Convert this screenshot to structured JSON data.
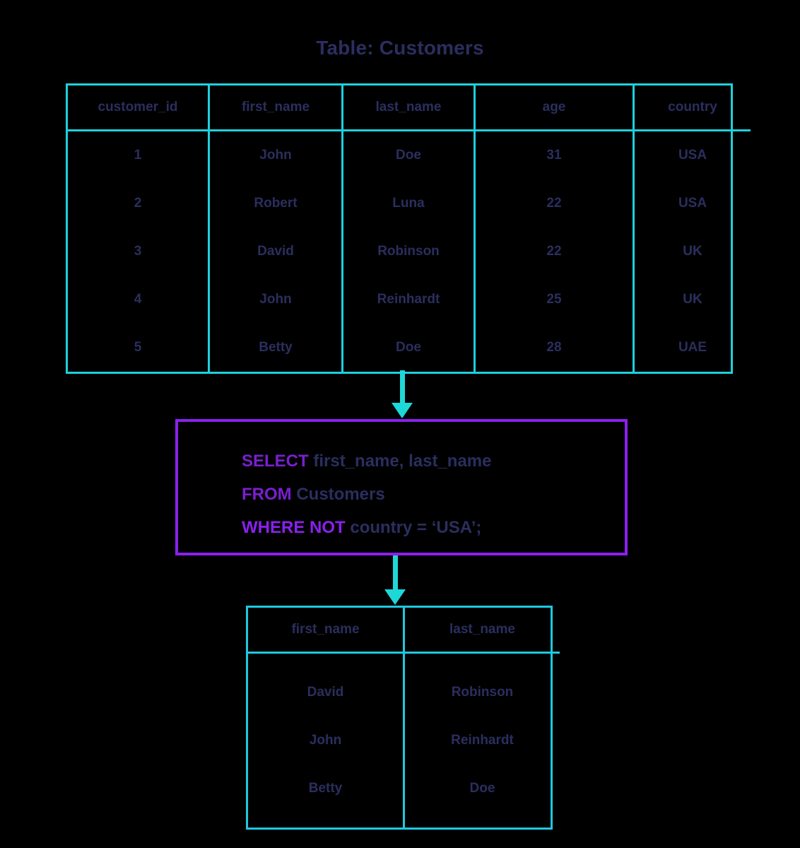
{
  "title": "Table: Customers",
  "colors": {
    "background": "#000000",
    "table_border": "#1ed0dd",
    "arrow": "#1ed8d8",
    "query_border": "#8a20ee",
    "keyword": "#7a1fd0",
    "text": "#2b2e5e"
  },
  "source_table": {
    "name": "Customers",
    "columns": [
      "customer_id",
      "first_name",
      "last_name",
      "age",
      "country"
    ],
    "rows": [
      [
        "1",
        "John",
        "Doe",
        "31",
        "USA"
      ],
      [
        "2",
        "Robert",
        "Luna",
        "22",
        "USA"
      ],
      [
        "3",
        "David",
        "Robinson",
        "22",
        "UK"
      ],
      [
        "4",
        "John",
        "Reinhardt",
        "25",
        "UK"
      ],
      [
        "5",
        "Betty",
        "Doe",
        "28",
        "UAE"
      ]
    ]
  },
  "query": {
    "lines": [
      {
        "keyword": "SELECT",
        "rest": " first_name, last_name"
      },
      {
        "keyword": "FROM",
        "rest": " Customers"
      },
      {
        "keyword": "WHERE NOT",
        "rest": " country = ‘USA’;"
      }
    ],
    "full_text": "SELECT first_name, last_name FROM Customers WHERE NOT country = ‘USA’;"
  },
  "result_table": {
    "columns": [
      "first_name",
      "last_name"
    ],
    "rows": [
      [
        "David",
        "Robinson"
      ],
      [
        "John",
        "Reinhardt"
      ],
      [
        "Betty",
        "Doe"
      ]
    ]
  },
  "arrows": [
    {
      "name": "arrow-table-to-query",
      "direction": "down"
    },
    {
      "name": "arrow-query-to-result",
      "direction": "down"
    }
  ]
}
